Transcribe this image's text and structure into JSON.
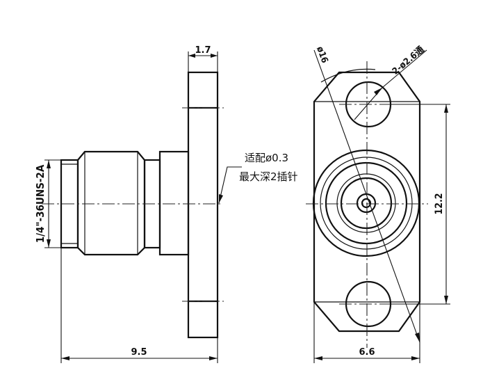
{
  "dimensions": {
    "flange_thickness": "1.7",
    "overall_length": "9.5",
    "flange_width": "6.6",
    "hole_spacing": "12.2",
    "flange_radius_dia": "ø16",
    "mount_holes": "2-ø2.6通",
    "thread": "1/4\"-36UNS-2A"
  },
  "notes": {
    "line1": "适配ø0.3",
    "line2": "最大深2插针"
  }
}
